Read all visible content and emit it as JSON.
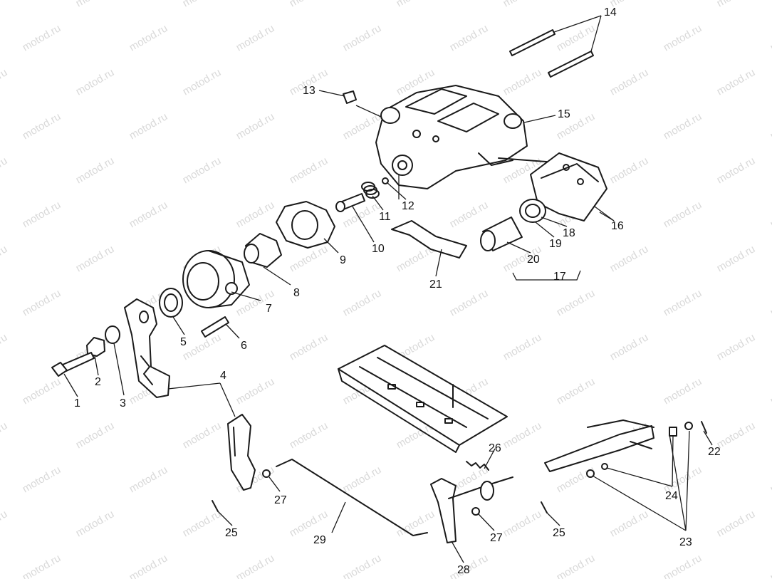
{
  "watermark": "motod.ru",
  "callouts": [
    "1",
    "2",
    "3",
    "4",
    "5",
    "6",
    "7",
    "8",
    "9",
    "10",
    "11",
    "12",
    "13",
    "14",
    "15",
    "16",
    "17",
    "18",
    "19",
    "20",
    "21",
    "22",
    "23",
    "24",
    "25",
    "25",
    "26",
    "27",
    "27",
    "28",
    "29"
  ],
  "colors": {
    "line": "#1a1a1a",
    "watermark": "#d9d9d9",
    "background": "#ffffff"
  }
}
